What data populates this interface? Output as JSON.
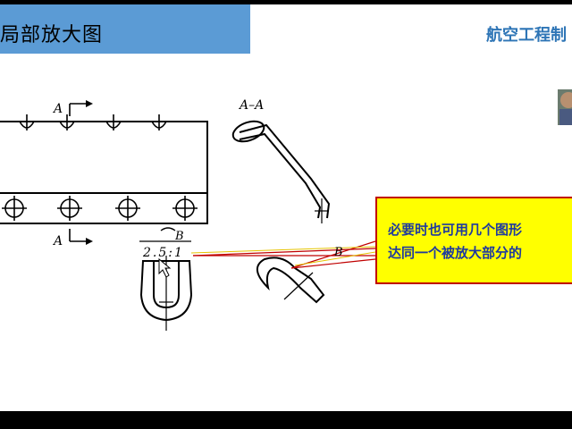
{
  "header": {
    "title": "局部放大图",
    "course": "航空工程制"
  },
  "drawing": {
    "section_label_top": "A",
    "section_label_bottom": "A",
    "section_view_label": "A–A",
    "detail_label": "B",
    "detail_scale": "2.5:1",
    "detail_label_main": "B"
  },
  "callout": {
    "line1": "必要时也可用几个图形",
    "line2": "达同一个被放大部分的"
  }
}
